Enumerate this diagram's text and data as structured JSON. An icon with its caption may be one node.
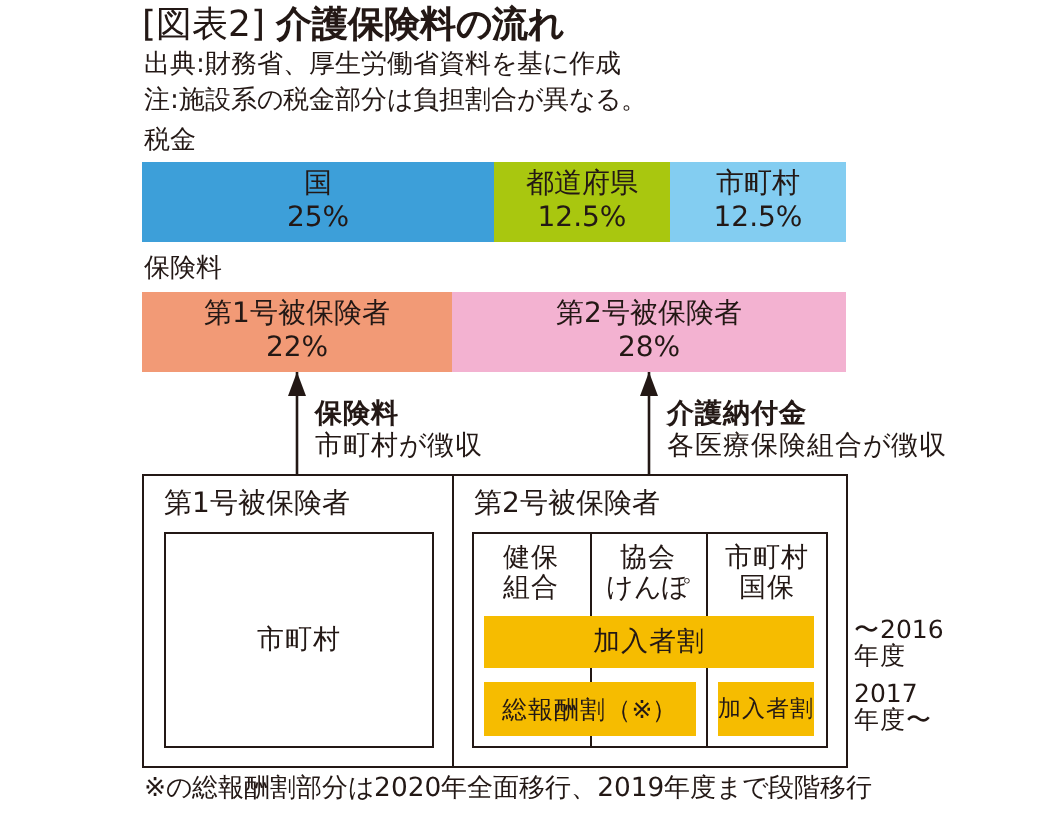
{
  "diagram": {
    "title": "[図表2] **介護保険料の流れ**",
    "nodes": [
      {
        "text": [
          "国",
          "25%"
        ]
      },
      {
        "text": [
          "都道府県",
          "12.5%"
        ]
      },
      {
        "text": [
          "市町村",
          "12.5%"
        ]
      },
      {
        "text": [
          "第1号被保険者",
          "22%"
        ]
      },
      {
        "text": [
          "第2号被保険者",
          "28%"
        ]
      },
      {
        "text": [
          "第1号被保険者"
        ]
      },
      {
        "text": [
          "市町村"
        ],
        "in": 5
      },
      {
        "text": [
          "第2号被保険者"
        ]
      },
      {
        "text": [],
        "shape": "box",
        "in": 7
      },
      {
        "text": [
          "健保組合"
        ],
        "in": 8
      },
      {
        "text": [
          "協会けんぽ"
        ],
        "in": 8
      },
      {
        "text": [
          "市町村国保"
        ],
        "in": 8
      },
      {
        "text": [
          "加入者割"
        ],
        "in": 8
      },
      {
        "text": [
          "総報酬割（※）"
        ],
        "in": 8
      },
      {
        "text": [
          "加入者割"
        ],
        "in": 8
      }
    ],
    "edges": [
      {
        "from": 5,
        "to": 3,
        "arrow": "to",
        "label": "**保険料**市町村が徴収"
      },
      {
        "from": 7,
        "to": 4,
        "arrow": "to",
        "label": "**介護納付金**各医療保険組合が徴収"
      }
    ],
    "labels": [
      "出典:財務省、厚生労働省資料を基に作成",
      "注:施設系の税金部分は負担割合が異なる。",
      "税金",
      "保険料",
      "〜2016年度",
      "2017年度〜",
      "※の総報酬割部分は2020年全面移行、2019年度まで段階移行"
    ]
  }
}
